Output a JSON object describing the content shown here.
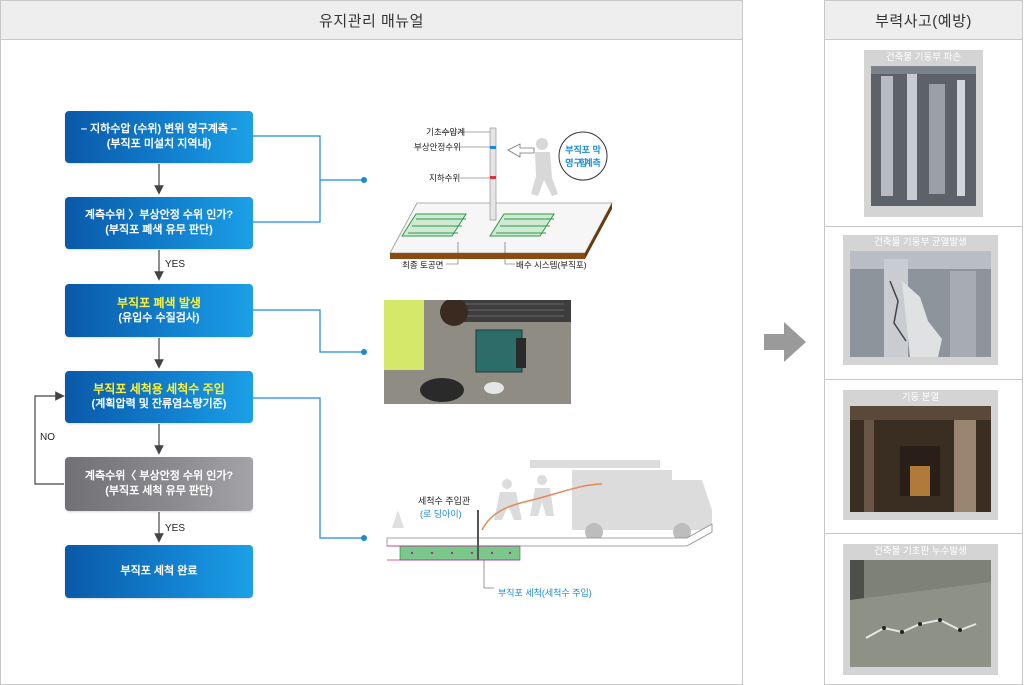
{
  "main_panel": {
    "title": "유지관리 매뉴얼"
  },
  "side_panel": {
    "title": "부력사고(예방)"
  },
  "flow": {
    "step1": {
      "line1": "– 지하수압 (수위) 변위 영구계측 –",
      "line2": "(부직포 미설치 지역내)"
    },
    "step2": {
      "line1": "계측수위 〉부상안정 수위 인가?",
      "line2": "(부직포 폐색 유무 판단)"
    },
    "step3": {
      "line1": "부직포 폐색 발생",
      "line2": "(유입수 수질검사)"
    },
    "step4": {
      "line1": "부직포 세척용 세척수 주입",
      "line2": "(계획압력 및 잔류염소량기준)"
    },
    "step5": {
      "line1": "계측수위〈 부상안정 수위 인가?",
      "line2": "(부직포 세척 유무 판단)"
    },
    "step6": {
      "line1": "부직포 세척 완료"
    },
    "yes1": "YES",
    "yes2": "YES",
    "no": "NO"
  },
  "diagram1": {
    "gauge_label": "기초수압계",
    "stable_label": "부상안정수위",
    "groundwater_label": "지하수위",
    "bubble_line1": "부직포 막힘",
    "bubble_line2": "영구 계측",
    "surface_label": "최종 토공면",
    "drain_label": "배수 시스템(부직포)"
  },
  "diagram3": {
    "pipe_label": "세척수 주입관",
    "pipe_sub": "(로 딩아이)",
    "wash_label": "부직포 세척(세척수 주입)"
  },
  "side_cards": [
    {
      "caption": "건축물 기둥부 파손"
    },
    {
      "caption": "건축물 기둥부 균열발생"
    },
    {
      "caption": "기둥 분열"
    },
    {
      "caption": "건축물 기초판 누수발생"
    }
  ],
  "colors": {
    "accent": "#1a8ad8",
    "flow_blue": "#0a59a8",
    "flow_gray": "#8c8c90",
    "highlight": "#fff234"
  }
}
